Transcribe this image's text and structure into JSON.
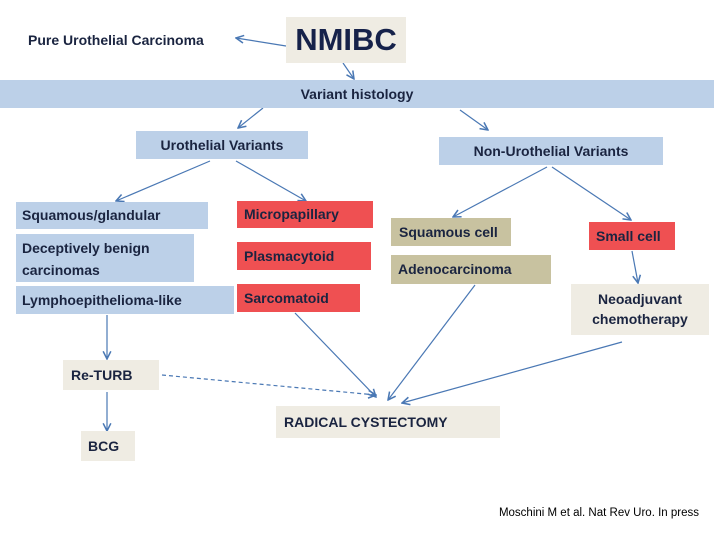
{
  "diagram": {
    "root": "NMIBC",
    "pure": "Pure Urothelial Carcinoma",
    "variant_histology": "Variant histology",
    "urothelial_variants": "Urothelial Variants",
    "non_urothelial_variants": "Non-Urothelial Variants",
    "squamous_glandular": "Squamous/glandular",
    "deceptively_benign": "Deceptively benign carcinomas",
    "lymphoepithelioma": "Lymphoepithelioma-like",
    "micropapillary": "Micropapillary",
    "plasmacytoid": "Plasmacytoid",
    "sarcomatoid": "Sarcomatoid",
    "squamous_cell": "Squamous cell",
    "adenocarcinoma": "Adenocarcinoma",
    "small_cell": "Small cell",
    "neoadjuvant": "Neoadjuvant chemotherapy",
    "re_turb": "Re-TURB",
    "bcg": "BCG",
    "radical_cystectomy": "RADICAL CYSTECTOMY"
  },
  "credit": "Moschini M et al. Nat Rev Uro. In press",
  "colors": {
    "blue_box": "#bcd0e8",
    "red_box": "#ef5052",
    "tan_box": "#c8c2a0",
    "cream_box": "#efece3",
    "arrow": "#4a78b4",
    "text": "#1a2440"
  }
}
